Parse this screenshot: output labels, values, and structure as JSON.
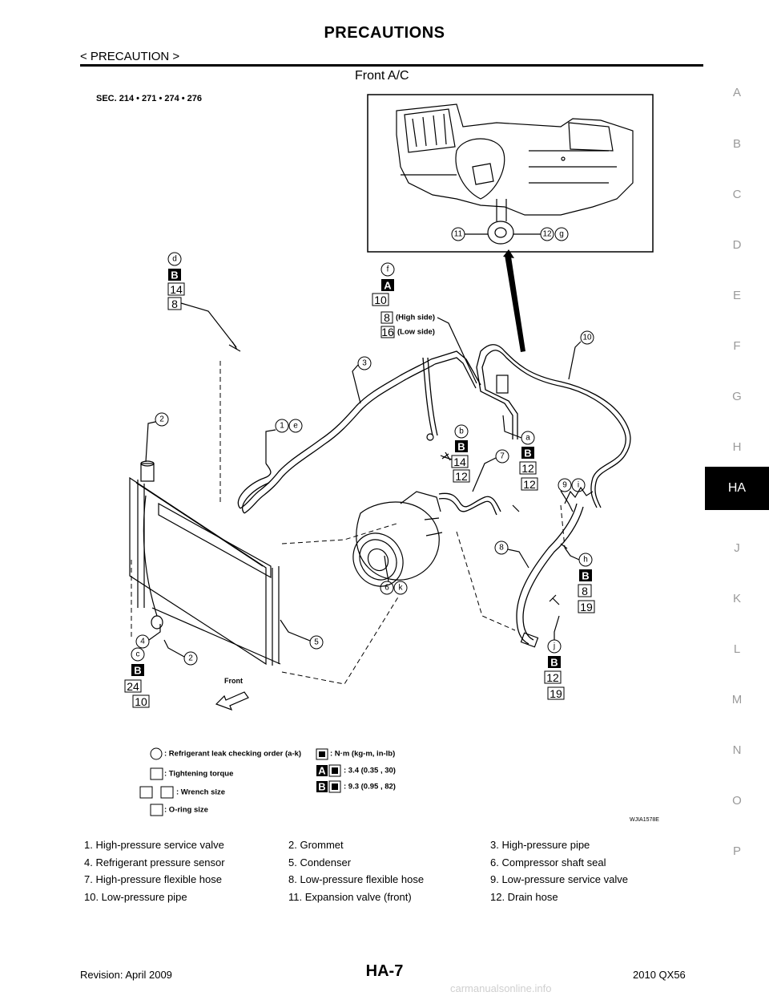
{
  "header": {
    "title": "PRECAUTIONS",
    "breadcrumb": "< PRECAUTION >",
    "section_title": "Front A/C"
  },
  "side_index": {
    "letters": [
      "A",
      "B",
      "C",
      "D",
      "E",
      "F",
      "G",
      "H",
      "HA",
      "J",
      "K",
      "L",
      "M",
      "N",
      "O",
      "P"
    ],
    "active": "HA"
  },
  "diagram": {
    "sec_label": "SEC. 214 • 271 • 274 • 276",
    "image_code": "WJIA1578E",
    "front_label": "Front",
    "callouts": {
      "d": "d",
      "B1": "B",
      "t14a": "14",
      "t8a": "8",
      "f": "f",
      "A1": "A",
      "t10a": "10",
      "t8b": "8",
      "high_side": "(High side)",
      "t16": "16",
      "low_side": "(Low side)",
      "n10": "10",
      "n3": "3",
      "n2a": "2",
      "n1": "1",
      "e": "e",
      "b": "b",
      "B2": "B",
      "t14b": "14",
      "t12a": "12",
      "n7": "7",
      "a": "a",
      "B3": "B",
      "t12b": "12",
      "t12c": "12",
      "n9": "9",
      "i": "i",
      "n8": "8",
      "h": "h",
      "B4": "B",
      "t8c": "8",
      "t19a": "19",
      "n6": "6",
      "k": "k",
      "n5": "5",
      "n4": "4",
      "n2b": "2",
      "c": "c",
      "B5": "B",
      "t24": "24",
      "t10b": "10",
      "j": "j",
      "B6": "B",
      "t12d": "12",
      "t19b": "19",
      "n11": "11",
      "n12": "12",
      "g": "g"
    },
    "legend": {
      "leak_order": ": Refrigerant leak checking order (a-k)",
      "tightening": ": Tightening torque",
      "wrench": ": Wrench size",
      "oring": ": O-ring size",
      "units": ": N·m (kg-m, in-lb)",
      "A_label": "A",
      "A_value": ": 3.4 (0.35 , 30)",
      "B_label": "B",
      "B_value": ": 9.3 (0.95 , 82)"
    }
  },
  "parts": [
    [
      "1.   High-pressure service valve",
      "2.   Grommet",
      "3.   High-pressure pipe"
    ],
    [
      "4.   Refrigerant pressure sensor",
      "5.   Condenser",
      "6.   Compressor shaft seal"
    ],
    [
      "7.   High-pressure flexible hose",
      "8.   Low-pressure flexible hose",
      "9.   Low-pressure service valve"
    ],
    [
      "10.   Low-pressure pipe",
      "11.   Expansion valve (front)",
      "12.   Drain hose"
    ]
  ],
  "footer": {
    "revision": "Revision: April 2009",
    "page": "HA-7",
    "model": "2010 QX56",
    "watermark": "carmanualsonline.info"
  }
}
